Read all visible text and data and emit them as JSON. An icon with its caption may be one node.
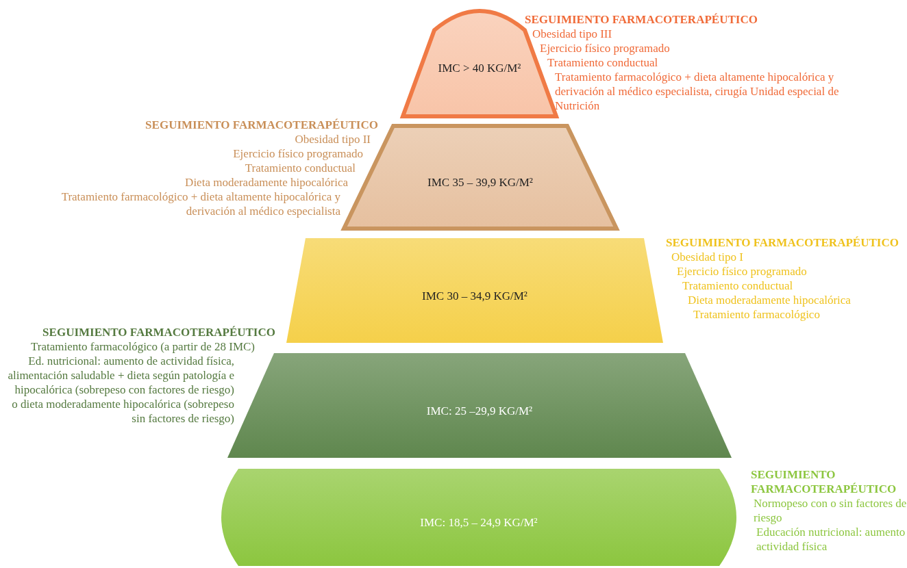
{
  "diagram": {
    "nodes": [
      {
        "text": [
          "IMC > 40 KG/M²"
        ],
        "beside": [
          "SEGUIMIENTO FARMACOTERAPÉUTICO",
          "Obesidad tipo III",
          "Ejercicio físico programado",
          "Tratamiento conductual",
          "Tratamiento farmacológico + dieta altamente hipocalórica y derivación al médico especialista, cirugía Unidad especial de Nutrición"
        ]
      },
      {
        "text": [
          "IMC 35 – 39,9 KG/M²"
        ],
        "beside": [
          "SEGUIMIENTO FARMACOTERAPÉUTICO",
          "Obesidad tipo II",
          "Ejercicio físico programado",
          "Tratamiento conductual",
          "Dieta moderadamente hipocalórica",
          "Tratamiento farmacológico + dieta altamente hipocalórica y derivación al médico especialista"
        ]
      },
      {
        "text": [
          "IMC 30 – 34,9 KG/M²"
        ],
        "beside": [
          "SEGUIMIENTO FARMACOTERAPÉUTICO",
          "Obesidad tipo I",
          "Ejercicio físico programado",
          "Tratamiento conductual",
          "Dieta moderadamente hipocalórica",
          "Tratamiento farmacológico"
        ]
      },
      {
        "text": [
          "IMC: 25 –29,9 KG/M²"
        ],
        "beside": [
          "SEGUIMIENTO FARMACOTERAPÉUTICO",
          "Tratamiento farmacológico (a partir de 28 IMC)",
          "Ed. nutricional: aumento de actividad física, alimentación saludable + dieta según patología e hipocalórica (sobrepeso con factores de riesgo) o dieta moderadamente hipocalórica (sobrepeso sin factores de riesgo)"
        ]
      },
      {
        "text": [
          "IMC: 18,5 – 24,9 KG/M²"
        ],
        "beside": [
          "SEGUIMIENTO FARMACOTERAPÉUTICO",
          "Normopeso con o sin factores de riesgo",
          "Educación nutricional: aumento actividad física"
        ]
      }
    ]
  }
}
